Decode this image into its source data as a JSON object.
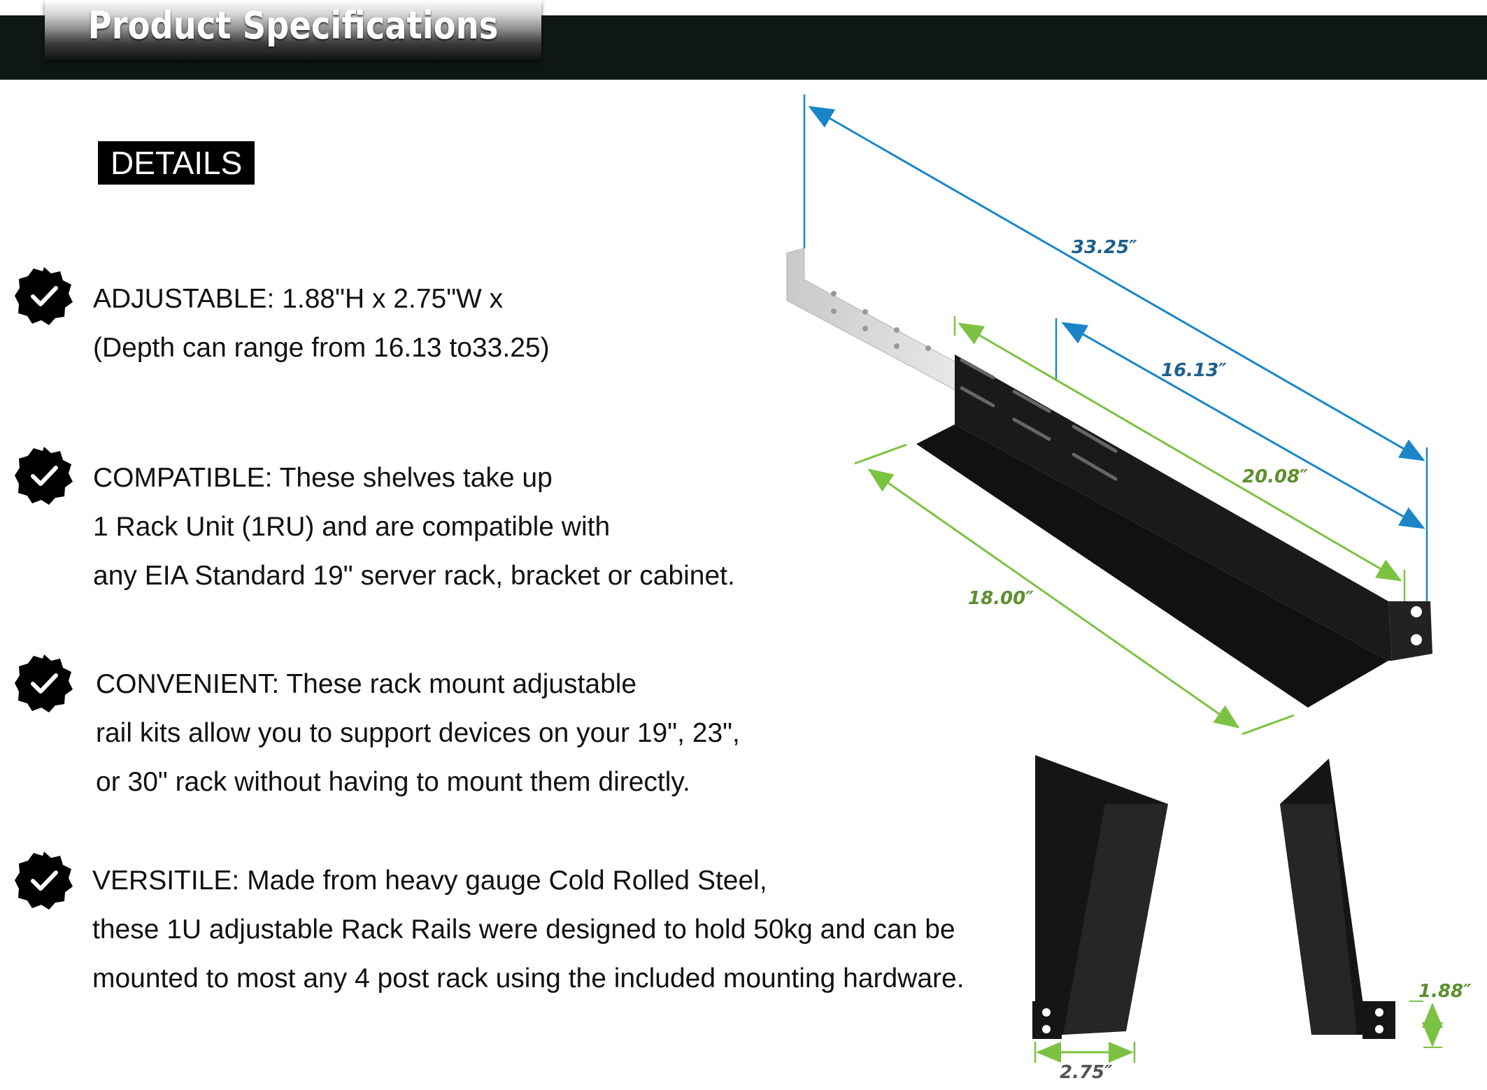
{
  "header": {
    "title": "Product Specifications"
  },
  "details_label": "DETAILS",
  "features": [
    {
      "title": "ADJUSTABLE:",
      "lines": [
        "1.88\"H x 2.75\"W x",
        "(Depth can range from 16.13 to33.25)"
      ]
    },
    {
      "title": "COMPATIBLE:",
      "lines": [
        "These shelves take up",
        "1 Rack Unit (1RU) and are compatible with",
        "any EIA Standard 19\" server rack, bracket or cabinet."
      ]
    },
    {
      "title": "CONVENIENT:",
      "lines": [
        "These rack mount adjustable",
        "rail kits allow you to support devices on your 19\", 23\",",
        "or 30\" rack without having to mount them directly."
      ]
    },
    {
      "title": "VERSITILE:",
      "lines": [
        "Made from heavy gauge Cold Rolled Steel,",
        "these 1U adjustable Rack Rails were designed to hold 50kg and can be",
        "mounted to most any 4 post rack using the included mounting hardware."
      ]
    }
  ],
  "dimensions": {
    "total_depth": "33.25″",
    "min_depth": "16.13″",
    "rail_length": "20.08″",
    "shelf_length": "18.00″",
    "height": "1.88″",
    "width": "2.75″"
  },
  "colors": {
    "dimension_blue": "#1a86c7",
    "dimension_green": "#7cc242",
    "label_blue": "#1b5f8c",
    "label_green": "#5b8f2d",
    "label_gray": "#555555"
  },
  "icons": {
    "check": "badge-check-icon"
  }
}
